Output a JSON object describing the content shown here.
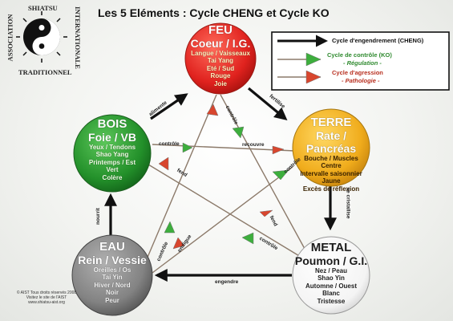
{
  "title": "Les 5 Eléments : Cycle CHENG et Cycle KO",
  "logo": {
    "left_text": "ASSOCIATION",
    "top_text": "SHIATSU",
    "right_text": "INTERNATIONALE",
    "bottom_text": "TRADITIONNEL"
  },
  "legend": {
    "cheng": "Cycle d'engendrement (CHENG)",
    "ko_1": "Cycle de contrôle (KO)",
    "ko_2": "- Régulation -",
    "agr_1": "Cycle d'agression",
    "agr_2": "- Pathologie -"
  },
  "elements": {
    "feu": {
      "name": "FEU",
      "organs": "Coeur / I.G.",
      "lines": [
        "Langue / Vaisseaux",
        "Tai Yang",
        "Eté / Sud",
        "Rouge",
        "Joie"
      ],
      "color": "#e8302c"
    },
    "bois": {
      "name": "BOIS",
      "organs": "Foie / VB",
      "lines": [
        "Yeux / Tendons",
        "Shao Yang",
        "Printemps / Est",
        "Vert",
        "Colère"
      ],
      "color": "#2f9a34"
    },
    "terre": {
      "name": "TERRE",
      "organs": "Rate / Pancréas",
      "lines": [
        "Bouche / Muscles",
        "Centre",
        "Intervalle saisonnier",
        "Jaune",
        "Excès de réflexion"
      ],
      "color": "#f2b62a"
    },
    "eau": {
      "name": "EAU",
      "organs": "Rein / Vessie",
      "lines": [
        "Oreilles / Os",
        "Tai Yin",
        "Hiver / Nord",
        "Noir",
        "Peur"
      ],
      "color": "#8a8a8a"
    },
    "metal": {
      "name": "METAL",
      "organs": "Poumon / G.I.",
      "lines": [
        "Nez / Peau",
        "Shao Yin",
        "Automne / Ouest",
        "Blanc",
        "Tristesse"
      ],
      "color": "#ffffff"
    }
  },
  "edge_labels": {
    "bois_feu": "alimente",
    "feu_terre": "fertilise",
    "terre_metal": "se cristallise",
    "metal_eau": "engendre",
    "eau_bois": "nourrit",
    "bois_terre": "contrôle",
    "terre_bois": "recouvre",
    "feu_metal": "contrôle",
    "terre_eau": "contrôle",
    "metal_bois": "fend",
    "metal_feu": "fend",
    "eau_feu": "contrôle",
    "feu_eau": "endigue",
    "metal_bois2": "contrôle"
  },
  "copyright": [
    "© AIST Tous droits réservés 2008",
    "Visitez le site de l'AIST",
    "www.shiatsu-aist.org"
  ],
  "colors": {
    "black_arrow": "#111111",
    "green_arrow": "#3dae3d",
    "red_arrow": "#d8462e",
    "star_line": "#8a7a6a"
  }
}
